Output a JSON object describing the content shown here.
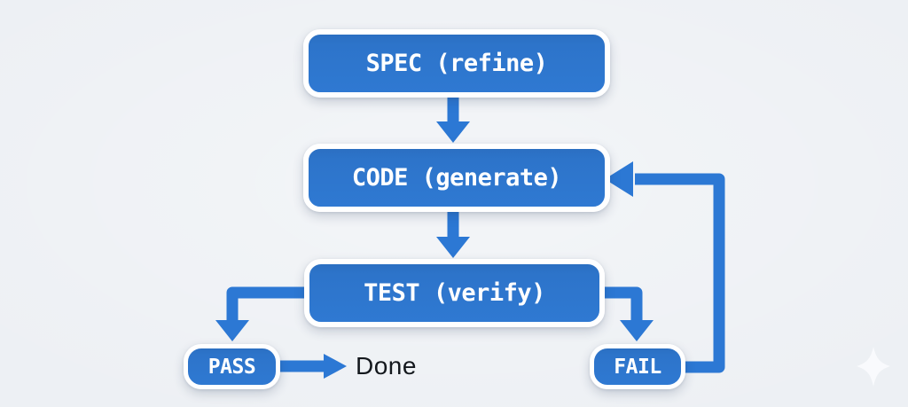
{
  "colors": {
    "background": "#edf0f4",
    "node_fill": "#2d74ca",
    "node_border": "#ffffff",
    "node_text": "#ffffff",
    "arrow": "#2c78d4",
    "done_text": "#14181d",
    "sparkle": "#fafcfe"
  },
  "nodes": {
    "spec": {
      "label": "SPEC (refine)"
    },
    "code": {
      "label": "CODE (generate)"
    },
    "test": {
      "label": "TEST (verify)"
    },
    "pass": {
      "label": "PASS"
    },
    "fail": {
      "label": "FAIL"
    }
  },
  "terminal": {
    "done_label": "Done"
  },
  "edges": [
    {
      "from": "SPEC (refine)",
      "to": "CODE (generate)",
      "shape": "arrow-down"
    },
    {
      "from": "CODE (generate)",
      "to": "TEST (verify)",
      "shape": "arrow-down"
    },
    {
      "from": "TEST (verify)",
      "to": "PASS",
      "shape": "elbow-left-then-down"
    },
    {
      "from": "TEST (verify)",
      "to": "FAIL",
      "shape": "elbow-right-then-down"
    },
    {
      "from": "PASS",
      "to": "Done",
      "shape": "arrow-right"
    },
    {
      "from": "FAIL",
      "to": "CODE (generate)",
      "shape": "loop-right-up-left"
    }
  ],
  "icons": {
    "sparkle": "four-pointed-star"
  }
}
